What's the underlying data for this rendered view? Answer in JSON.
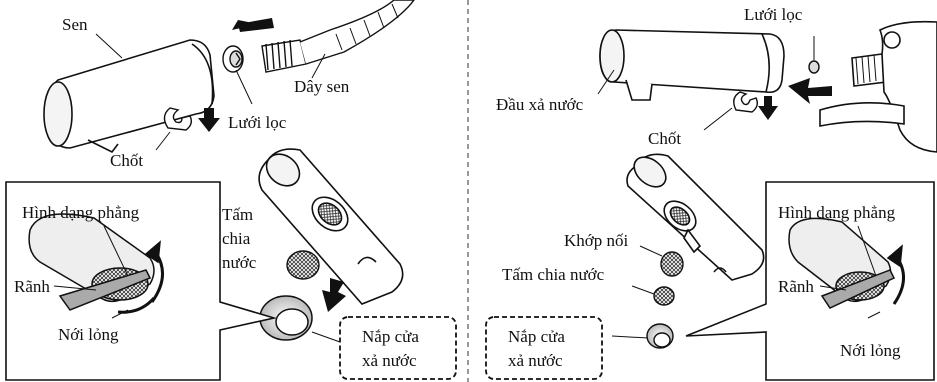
{
  "left": {
    "sen": "Sen",
    "day_sen": "Dây sen",
    "luoi_loc": "Lưới lọc",
    "chot": "Chốt",
    "tam_chia_nuoc_1": "Tấm",
    "tam_chia_nuoc_2": "chia",
    "tam_chia_nuoc_3": "nước",
    "hinh_dang_phang": "Hình dạng phẳng",
    "ranh": "Rãnh",
    "noi_long": "Nới lỏng",
    "nap_cua_1": "Nắp cửa",
    "nap_cua_2": "xả nước"
  },
  "right": {
    "luoi_loc": "Lưới lọc",
    "dau_xa_nuoc": "Đầu xả nước",
    "chot": "Chốt",
    "khop_noi": "Khớp nối",
    "tam_chia_nuoc": "Tấm chia nước",
    "hinh_dang_phang": "Hình dạng phẳng",
    "ranh": "Rãnh",
    "noi_long": "Nới lỏng",
    "nap_cua_1": "Nắp cửa",
    "nap_cua_2": "xả nước"
  },
  "colors": {
    "line": "#111111",
    "gray": "#8c8c8c",
    "light_gray": "#d6d6d6",
    "arrow": "#1a1a1a"
  }
}
